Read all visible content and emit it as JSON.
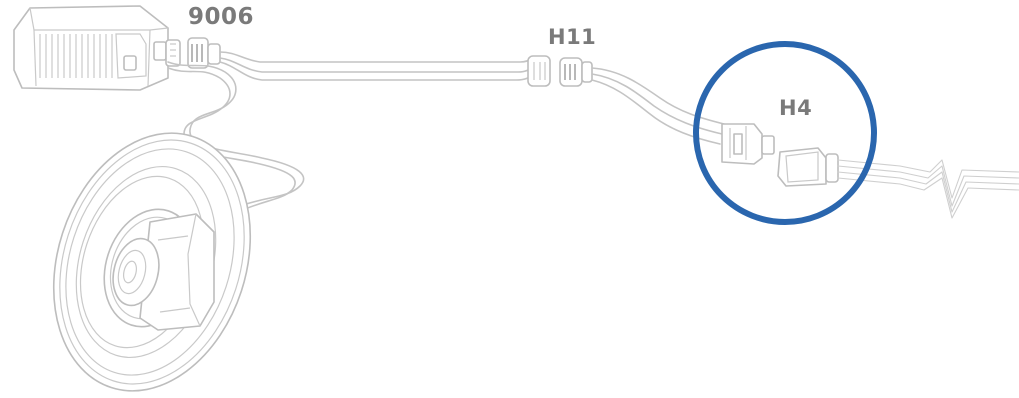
{
  "labels": {
    "ballast_connector": "9006",
    "middle_connector": "H11",
    "highlighted_connector": "H4"
  },
  "colors": {
    "highlight_ring": "#2a66ae",
    "label_text": "#7a7a7a",
    "line_art": "#c4c4c4"
  },
  "icons": {
    "ballast": "ballast-box-icon",
    "headlight": "headlight-bulb-icon",
    "plug": "connector-plug-icon"
  }
}
